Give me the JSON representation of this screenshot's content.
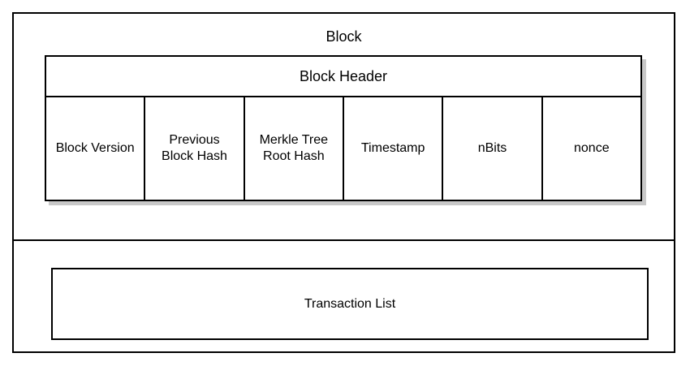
{
  "block": {
    "title": "Block",
    "header": {
      "title": "Block Header",
      "fields": [
        "Block Version",
        "Previous\nBlock Hash",
        "Merkle Tree\nRoot Hash",
        "Timestamp",
        "nBits",
        "nonce"
      ]
    },
    "transaction_list": "Transaction List"
  },
  "colors": {
    "border": "#000000",
    "shadow": "#c8c8c8",
    "background": "#ffffff"
  }
}
